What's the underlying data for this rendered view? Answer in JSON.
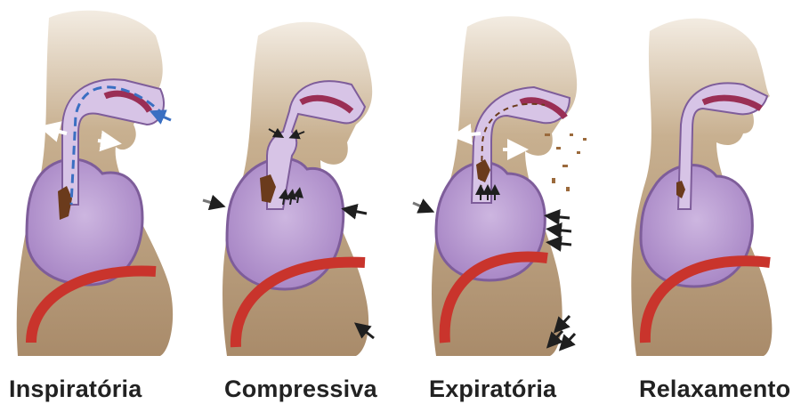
{
  "panels": [
    {
      "caption": "Inspiratória"
    },
    {
      "caption": "Compressiva"
    },
    {
      "caption": "Expiratória"
    },
    {
      "caption": "Relaxamento"
    }
  ],
  "colors": {
    "head_fill": "#b59b7a",
    "head_fade": "#f3ece2",
    "body_fill": "#a98b6a",
    "lung_fill": "#b89ad0",
    "lung_edge": "#7e5d9a",
    "airway_fill": "#d7c4e6",
    "diaphragm": "#c9342c",
    "palate": "#9a2f55",
    "mucus": "#6b3b1c",
    "air_arrow": "#3a6fc2",
    "force_arrow": "#1f1f1f",
    "white_arrow": "#ffffff"
  }
}
